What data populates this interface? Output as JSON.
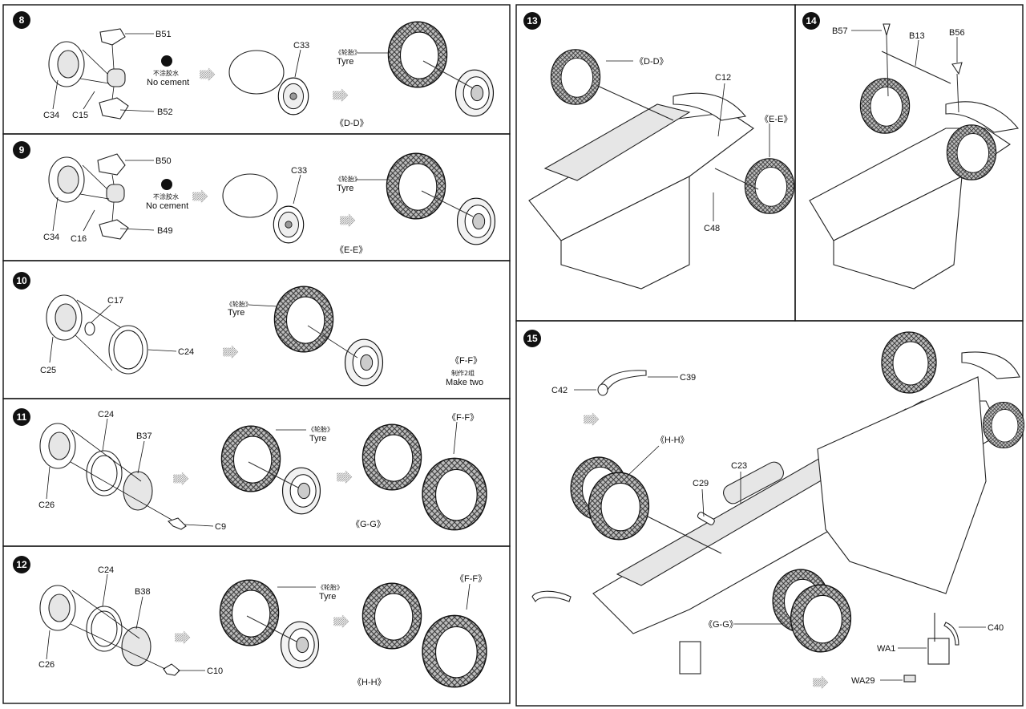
{
  "steps": [
    {
      "number": "8",
      "labels": {
        "b51": "B51",
        "c33": "C33",
        "c34": "C34",
        "c15": "C15",
        "b52": "B52",
        "tyre_cn": "《轮胎》",
        "tyre_en": "Tyre",
        "no_cement_cn": "不涂胶水",
        "no_cement_en": "No cement",
        "ref": "《D-D》"
      }
    },
    {
      "number": "9",
      "labels": {
        "b50": "B50",
        "c33": "C33",
        "c34": "C34",
        "c16": "C16",
        "b49": "B49",
        "tyre_cn": "《轮胎》",
        "tyre_en": "Tyre",
        "no_cement_cn": "不涂胶水",
        "no_cement_en": "No cement",
        "ref": "《E-E》"
      }
    },
    {
      "number": "10",
      "labels": {
        "c17": "C17",
        "c24": "C24",
        "c25": "C25",
        "tyre_cn": "《轮胎》",
        "tyre_en": "Tyre",
        "ref": "《F-F》",
        "make_two_cn": "制作2组",
        "make_two_en": "Make two"
      }
    },
    {
      "number": "11",
      "labels": {
        "c24": "C24",
        "b37": "B37",
        "c26": "C26",
        "c9": "C9",
        "tyre_cn": "《轮胎》",
        "tyre_en": "Tyre",
        "ref_ff": "《F-F》",
        "ref_gg": "《G-G》"
      }
    },
    {
      "number": "12",
      "labels": {
        "c24": "C24",
        "b38": "B38",
        "c26": "C26",
        "c10": "C10",
        "tyre_cn": "《轮胎》",
        "tyre_en": "Tyre",
        "ref_ff": "《F-F》",
        "ref_hh": "《H-H》"
      }
    },
    {
      "number": "13",
      "labels": {
        "dd": "《D-D》",
        "c12": "C12",
        "ee": "《E-E》",
        "c48": "C48"
      }
    },
    {
      "number": "14",
      "labels": {
        "b57": "B57",
        "b13": "B13",
        "b56": "B56"
      }
    },
    {
      "number": "15",
      "labels": {
        "c39": "C39",
        "c42": "C42",
        "hh": "《H-H》",
        "c23": "C23",
        "c29": "C29",
        "gg": "《G-G》",
        "c40": "C40",
        "wa1": "WA1",
        "wa29": "WA29"
      }
    }
  ]
}
